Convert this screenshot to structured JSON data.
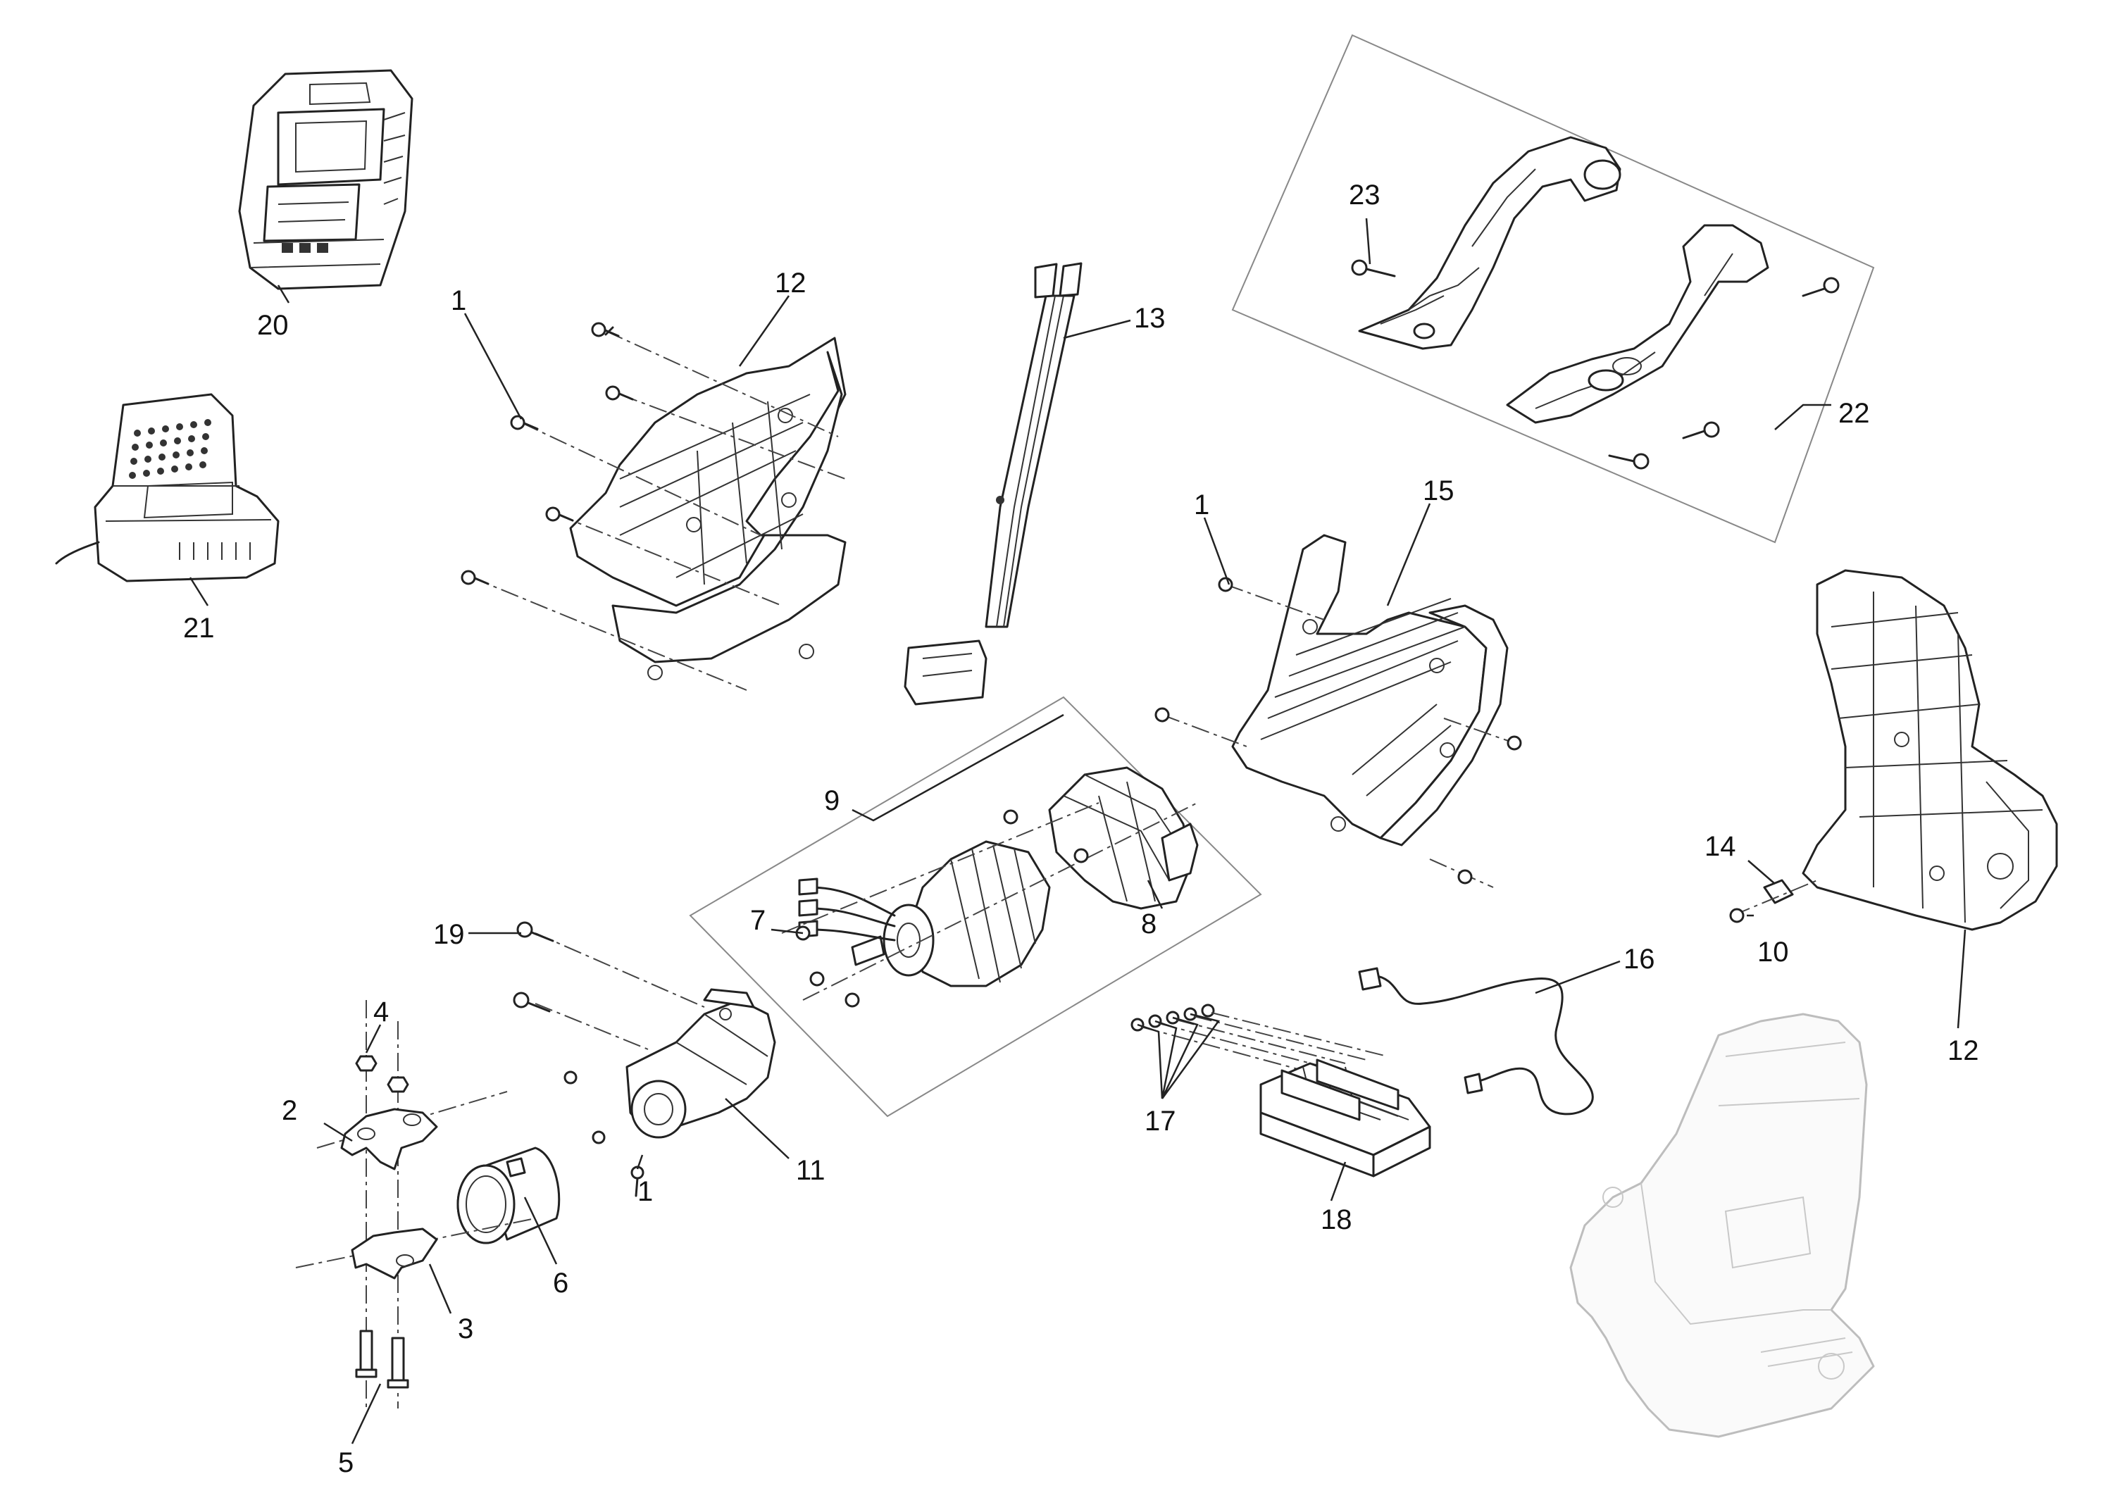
{
  "callouts": {
    "c1a": "1",
    "c1b": "1",
    "c1c": "1",
    "c2": "2",
    "c3": "3",
    "c4": "4",
    "c5": "5",
    "c6": "6",
    "c7": "7",
    "c8": "8",
    "c9": "9",
    "c10": "10",
    "c11": "11",
    "c12a": "12",
    "c12b": "12",
    "c13": "13",
    "c14": "14",
    "c15": "15",
    "c16": "16",
    "c17": "17",
    "c18": "18",
    "c19": "19",
    "c20": "20",
    "c21": "21",
    "c22": "22",
    "c23": "23"
  }
}
